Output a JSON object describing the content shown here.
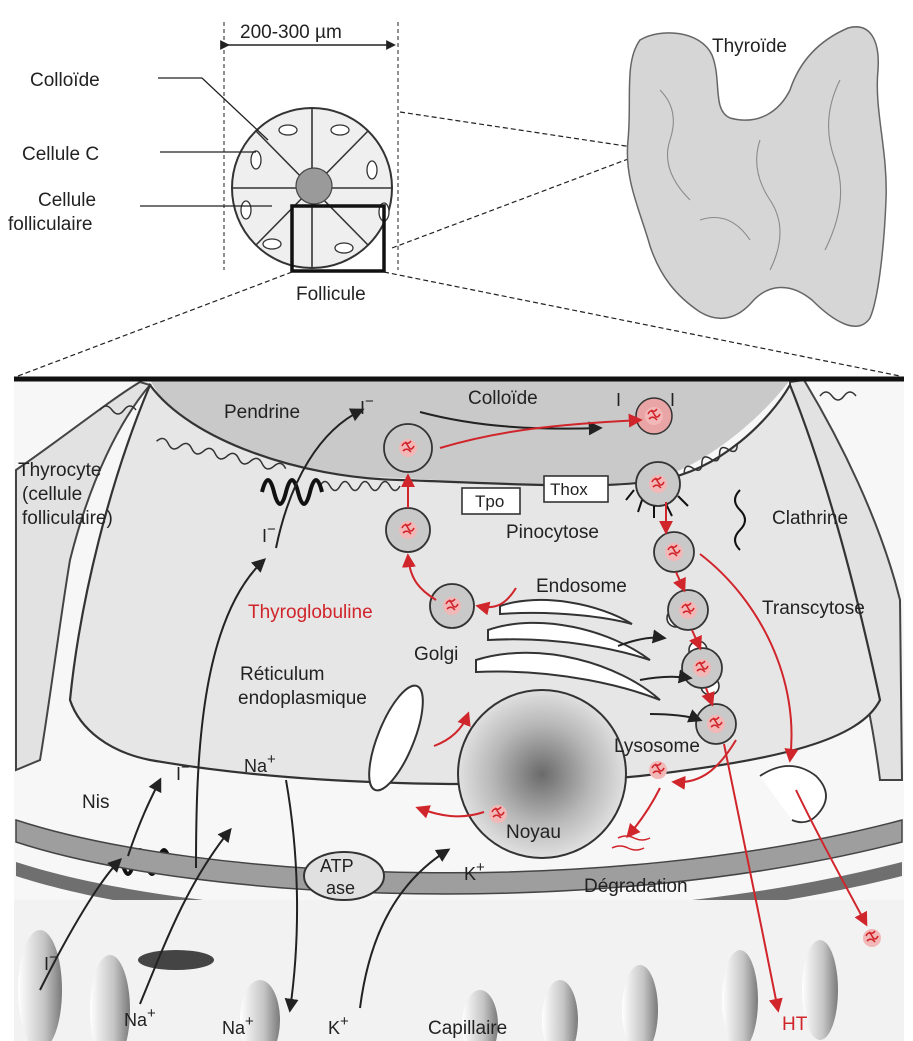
{
  "colors": {
    "label": "#222222",
    "highlight": "#d0252b",
    "colloid": "#c8c8c8",
    "cytoplasm": "#e6e6e6",
    "membrane": "#555555",
    "thyroid": "#d6d6d6"
  },
  "overview": {
    "scale": "200-300 µm",
    "colloide": "Colloïde",
    "cellule_c": "Cellule C",
    "folliculaire_1": "Cellule",
    "folliculaire_2": "folliculaire",
    "follicule": "Follicule",
    "thyroide": "Thyroïde"
  },
  "cell": {
    "colloide": "Colloïde",
    "pendrine": "Pendrine",
    "thyrocyte_1": "Thyrocyte",
    "thyrocyte_2": "(cellule",
    "thyrocyte_3": "folliculaire)",
    "tpo": "Tpo",
    "thox": "Thox",
    "pinocytose": "Pinocytose",
    "clathrine": "Clathrine",
    "endosome": "Endosome",
    "transcytose": "Transcytose",
    "thyroglobuline": "Thyroglobuline",
    "golgi": "Golgi",
    "reticulum_1": "Réticulum",
    "reticulum_2": "endoplasmique",
    "lysosome": "Lysosome",
    "noyau": "Noyau",
    "degradation": "Dégradation",
    "nis": "Nis",
    "atp_1": "ATP",
    "atp_2": "ase",
    "capillaire": "Capillaire",
    "ht": "HT",
    "iodide": "I",
    "iodide_sup": "−",
    "iodine": "I",
    "sodium": "Na",
    "potassium": "K",
    "cation_sup": "+"
  }
}
